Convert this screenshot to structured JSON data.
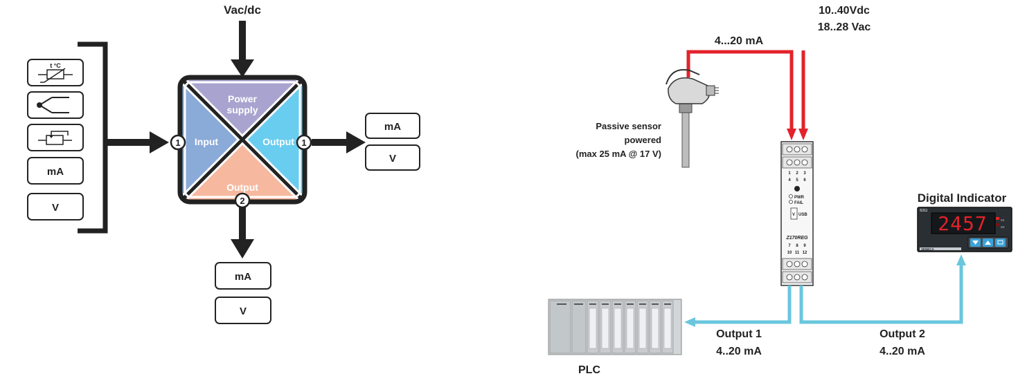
{
  "left_diagram": {
    "supply_label": "Vac/dc",
    "sensor_inputs": [
      "t °C",
      "thermocouple",
      "potentiometer",
      "mA",
      "V"
    ],
    "quadrants": {
      "top": [
        "Power",
        "supply"
      ],
      "left": "Input",
      "right": "Output",
      "bottom": "Output"
    },
    "port_numbers": {
      "input": "1",
      "output1": "1",
      "output2": "2"
    },
    "output1_options": [
      "mA",
      "V"
    ],
    "output2_options": [
      "mA",
      "V"
    ],
    "colors": {
      "top": "#a9a3cf",
      "left": "#8aaad8",
      "right": "#69cdef",
      "bottom": "#f6b9a0",
      "frame": "#222222"
    }
  },
  "right_diagram": {
    "supply_lines": [
      "10..40Vdc",
      "18..28 Vac"
    ],
    "loop_label": "4...20 mA",
    "sensor_caption": [
      "Passive sensor",
      "powered",
      "(max 25 mA @ 17 V)"
    ],
    "device_label": "Z170REG",
    "device_terminals_top": [
      "1",
      "2",
      "3",
      "4",
      "5",
      "6"
    ],
    "device_terminals_bottom": [
      "7",
      "8",
      "9",
      "10",
      "11",
      "12"
    ],
    "device_leds": [
      "PWR",
      "FAIL"
    ],
    "device_switch": "V",
    "device_switch_label": "USB",
    "indicator_title": "Digital Indicator",
    "indicator_reading": "2457",
    "indicator_brand": "SENECA",
    "indicator_model": "S311",
    "indicator_side_marks": [
      "S1",
      "S2"
    ],
    "plc_label": "PLC",
    "output1_label": [
      "Output 1",
      "4..20 mA"
    ],
    "output2_label": [
      "Output 2",
      "4..20 mA"
    ],
    "colors": {
      "loop": "#e3222b",
      "output": "#69c6dd"
    }
  }
}
